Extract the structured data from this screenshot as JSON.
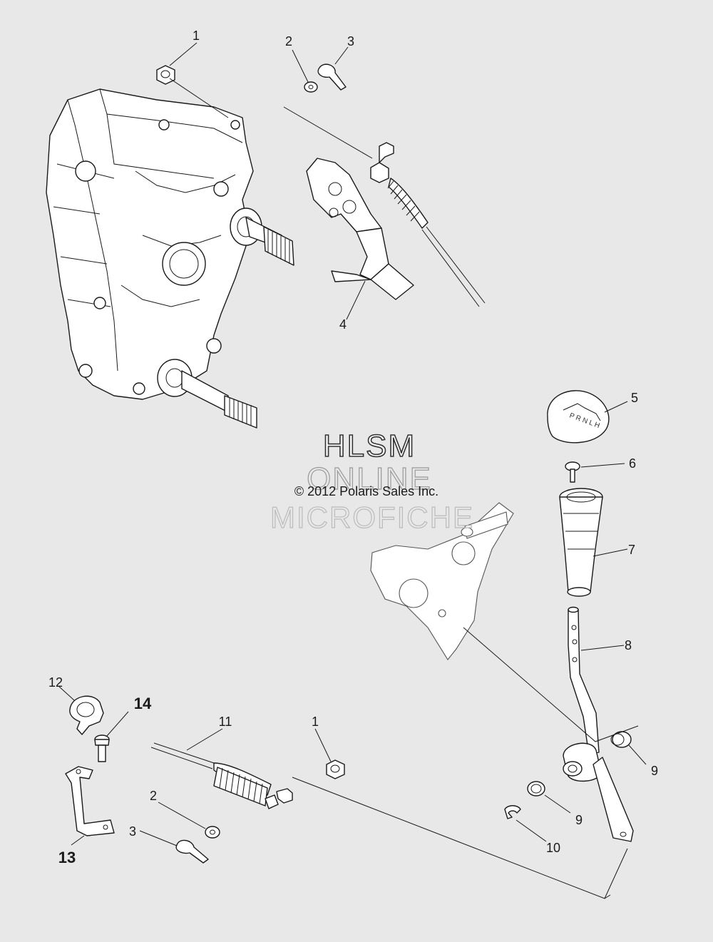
{
  "watermark": {
    "line1": "HLSM",
    "line2": "ONLINE",
    "line3": "MICROFICHE"
  },
  "copyright": "© 2012 Polaris Sales Inc.",
  "callouts": {
    "c1_top": "1",
    "c2_top": "2",
    "c3_top": "3",
    "c4": "4",
    "c5": "5",
    "c6": "6",
    "c7": "7",
    "c8": "8",
    "c9_upper": "9",
    "c9_lower": "9",
    "c10": "10",
    "c11": "11",
    "c1_bottom": "1",
    "c2_bottom": "2",
    "c3_bottom": "3",
    "c12": "12",
    "c13": "13",
    "c14": "14"
  }
}
